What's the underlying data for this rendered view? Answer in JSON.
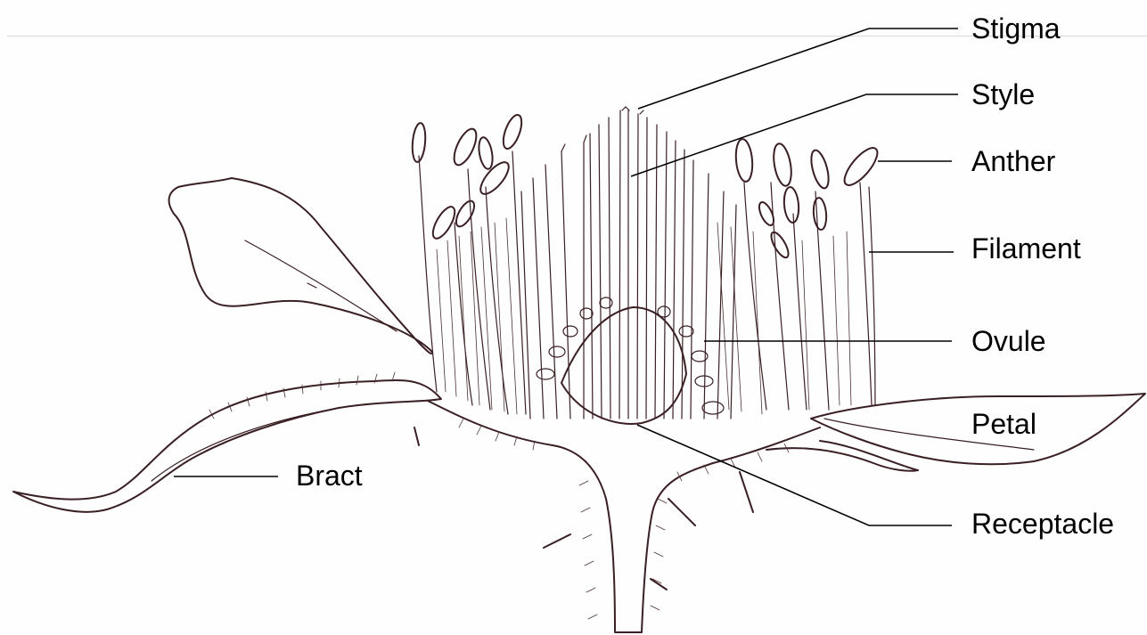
{
  "diagram": {
    "labels": {
      "stigma": "Stigma",
      "style": "Style",
      "anther": "Anther",
      "filament": "Filament",
      "ovule": "Ovule",
      "petal": "Petal",
      "receptacle": "Receptacle",
      "bract": "Bract"
    },
    "colors": {
      "ink": "#3a2024",
      "leader": "#000000",
      "background": "#fefefe"
    }
  }
}
